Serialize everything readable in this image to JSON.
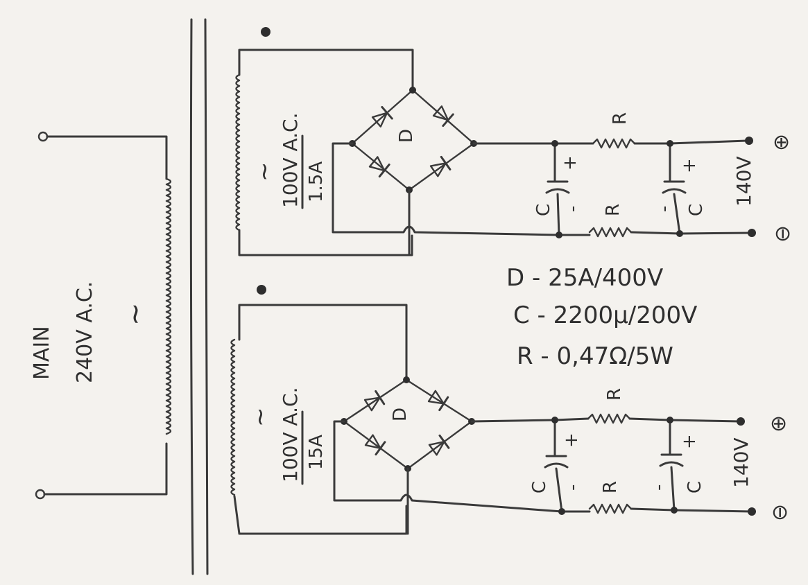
{
  "primary": {
    "label_main": "MAIN",
    "label_voltage": "240V A.C.",
    "symbol_ac": "~"
  },
  "secondary_upper": {
    "symbol_ac": "~",
    "voltage": "100V A.C.",
    "current": "1.5A",
    "bridge_label": "D",
    "resistor_label_top": "R",
    "resistor_label_bottom": "R",
    "cap_left_label": "C",
    "cap_right_label": "C",
    "plus_sign": "+",
    "minus_sign": "-",
    "output_voltage": "140V",
    "terminal_plus": "⊕",
    "terminal_minus": "⊖"
  },
  "secondary_lower": {
    "symbol_ac": "~",
    "voltage": "100V A.C.",
    "current": "15A",
    "bridge_label": "D",
    "resistor_label_top": "R",
    "resistor_label_bottom": "R",
    "cap_left_label": "C",
    "cap_right_label": "C",
    "plus_sign": "+",
    "minus_sign": "-",
    "output_voltage": "140V",
    "terminal_plus": "⊕",
    "terminal_minus": "⊖"
  },
  "legend": {
    "diode": "D - 25A/400V",
    "capacitor": "C - 2200µ/200V",
    "resistor": "R - 0,47Ω/5W"
  }
}
